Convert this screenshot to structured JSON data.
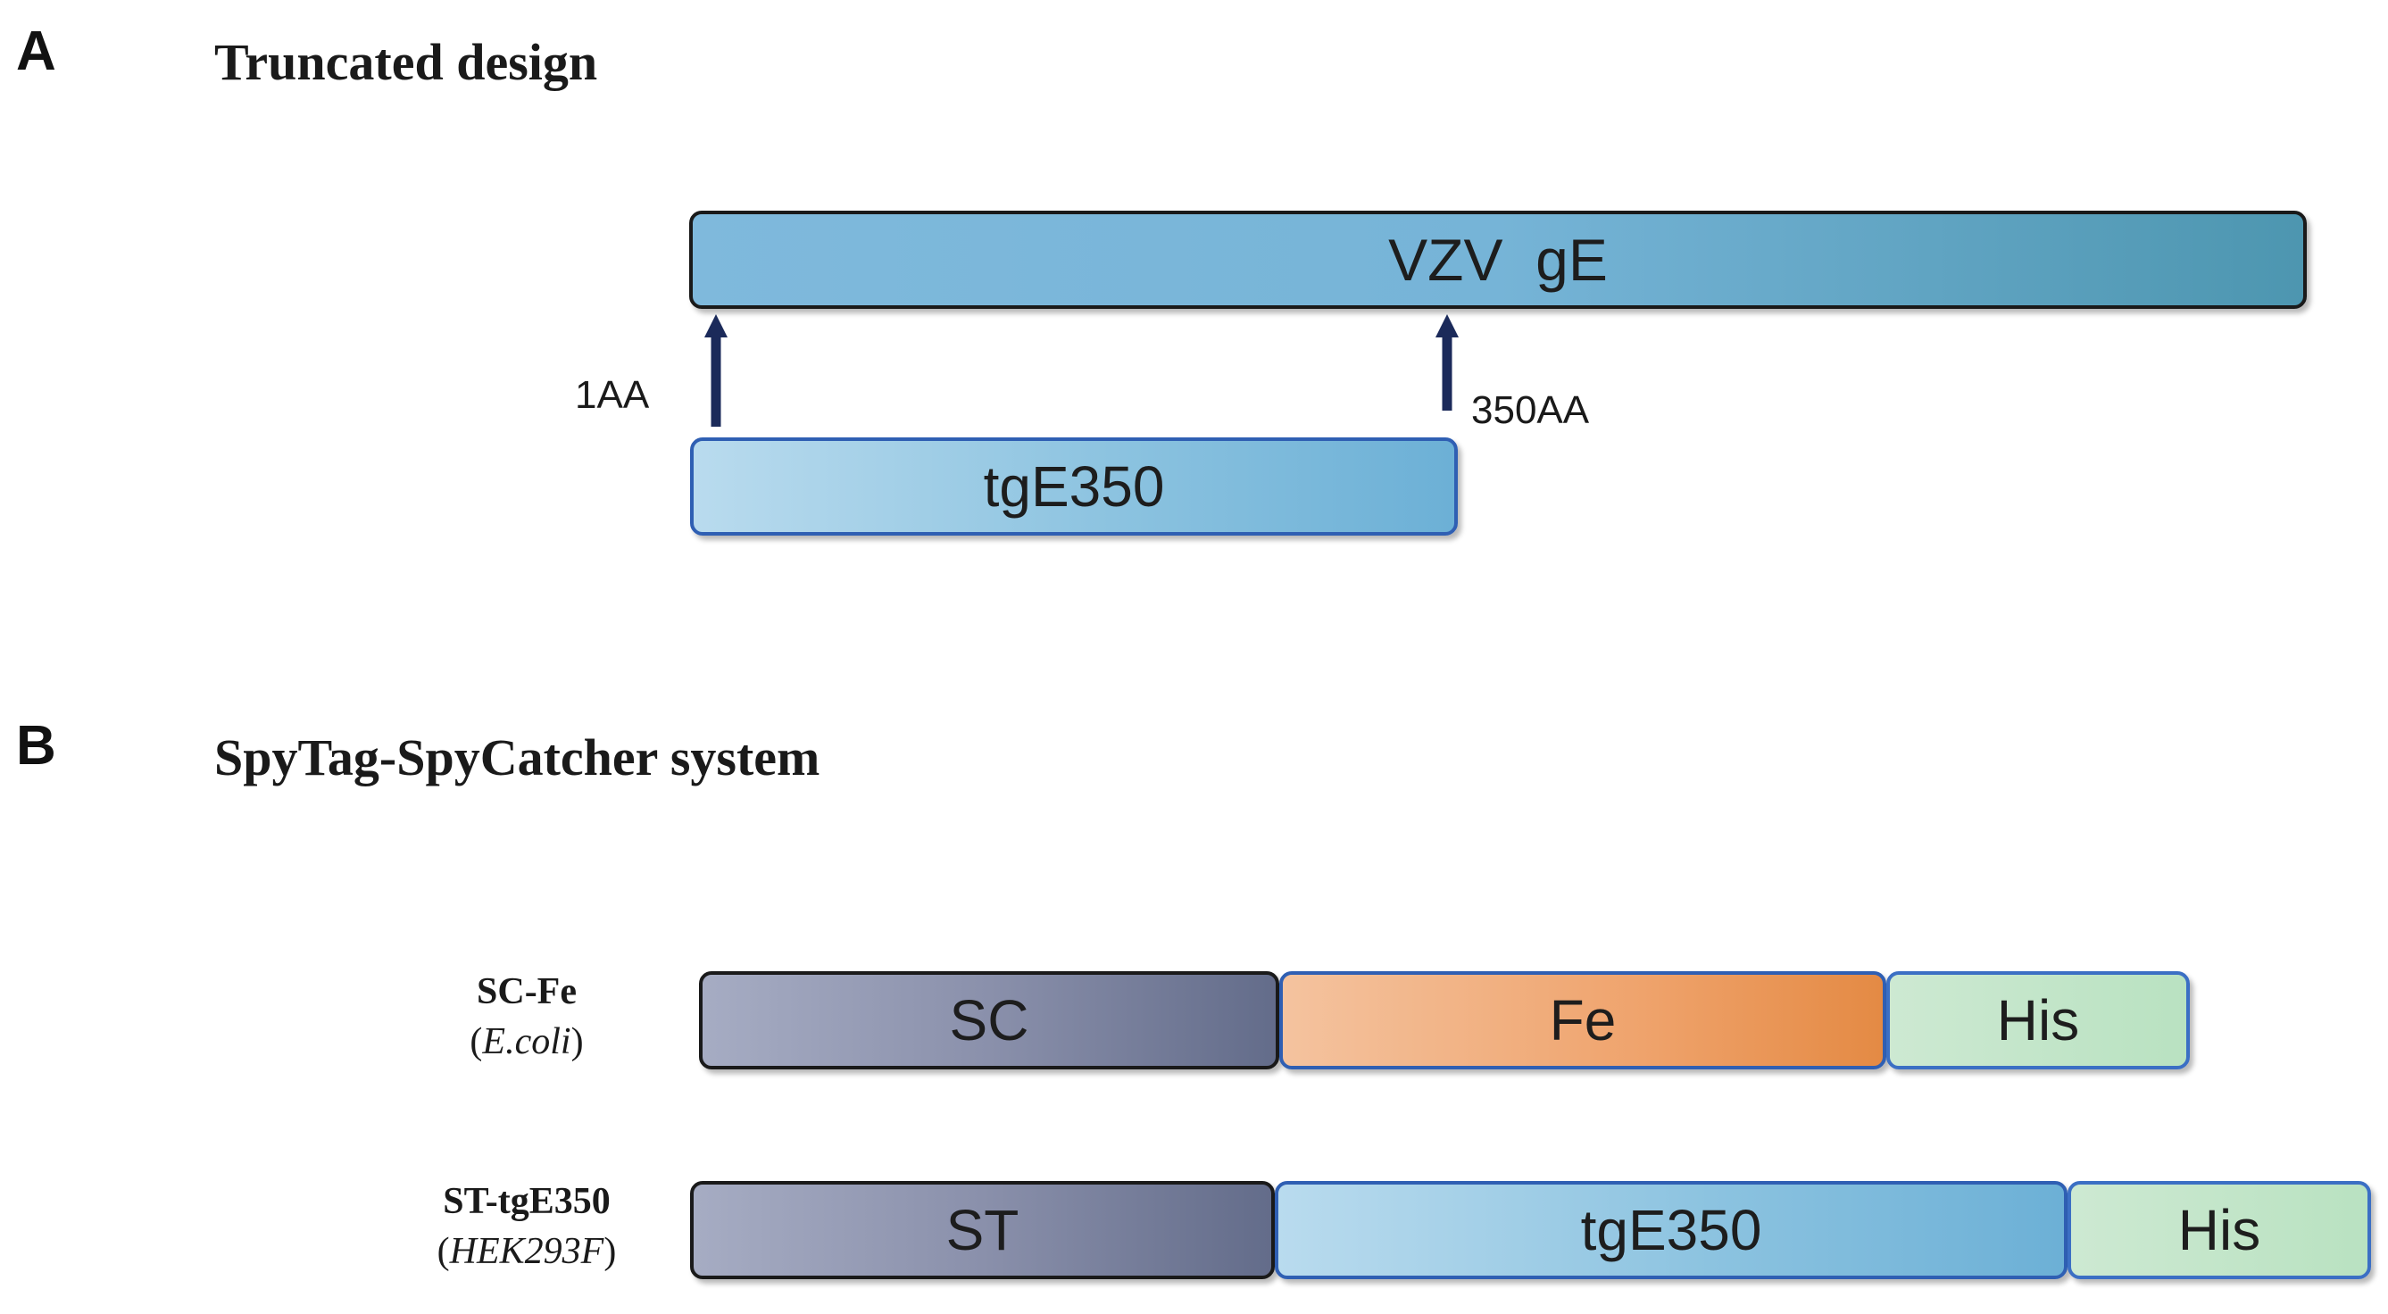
{
  "panelA": {
    "letter": "A",
    "title": "Truncated design",
    "full_protein": "VZV  gE",
    "start_label": "1AA",
    "end_label": "350AA",
    "truncated": "tgE350"
  },
  "panelB": {
    "letter": "B",
    "title": "SpyTag-SpyCatcher system",
    "constructs": [
      {
        "name": "SC-Fe",
        "host": "E.coli",
        "segments": [
          "SC",
          "Fe",
          "His"
        ]
      },
      {
        "name": "ST-tgE350",
        "host": "HEK293F",
        "segments": [
          "ST",
          "tgE350",
          "His"
        ]
      }
    ]
  },
  "colors": {
    "vzv_bar": "#76b4d7",
    "tge_bar": "#8cc3e0",
    "sc_bar": "#8a90ab",
    "fe_bar": "#efa36c",
    "his_bar": "#b9e2c1",
    "arrow": "#1b2a5a"
  },
  "icons": [
    "arrow-up-icon"
  ]
}
